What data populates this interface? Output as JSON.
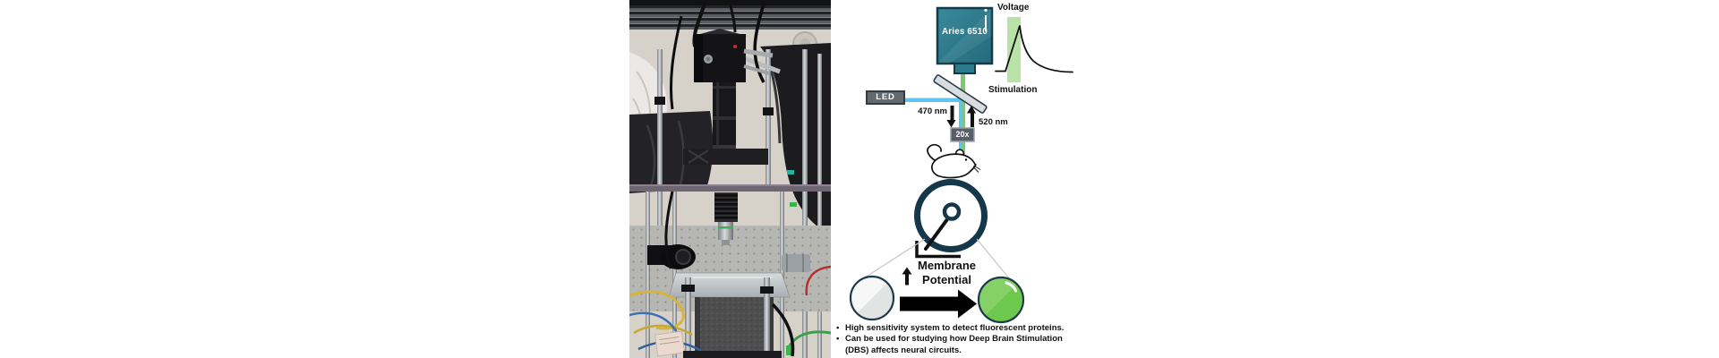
{
  "figure": {
    "camera": {
      "label": "Aries 6510"
    },
    "voltage_plot": {
      "y_axis_label": "Voltage",
      "x_axis_label": "Stimulation"
    },
    "light_source": {
      "label": "LED"
    },
    "excitation_wavelength": "470 nm",
    "emission_wavelength": "520 nm",
    "objective": {
      "label": "20x"
    },
    "membrane_potential": {
      "line1": "Membrane",
      "line2": "Potential"
    },
    "bullets": [
      "High sensitivity system to detect fluorescent proteins.",
      "Can be used for studying how Deep Brain Stimulation (DBS) affects neural circuits."
    ],
    "colors": {
      "camera_teal": "#2b7f92",
      "beam_blue": "#5bc6f0",
      "beam_green": "#7cc96e",
      "stimulation_band": "#b9e2a7",
      "wheel_navy": "#14384a",
      "inactive_cell_gray": "#e9eaea",
      "active_cell_green": "#72c54b",
      "hardware_gray": "#62696f"
    }
  }
}
